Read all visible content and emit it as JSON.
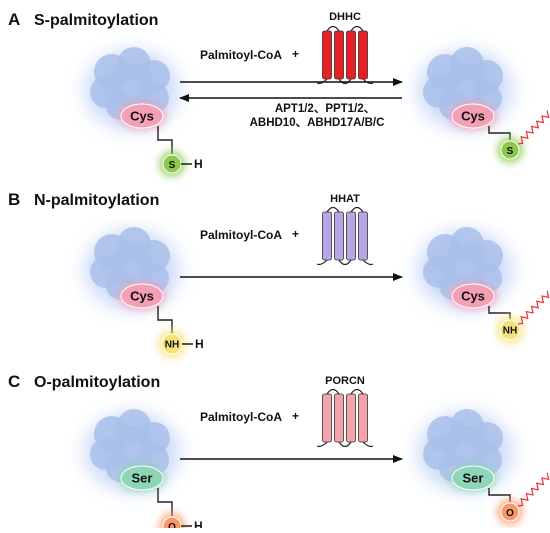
{
  "colors": {
    "protein_blob": "#a9c0ea",
    "protein_glow": "#c9d8f6",
    "cys_node": "#f4a0b4",
    "ser_node": "#8fd6b8",
    "s_atom": "#8cc84b",
    "n_atom": "#f6e27a",
    "o_atom": "#f79a67",
    "dhhc": "#e81f24",
    "hhat": "#b9a6e6",
    "porcn": "#f4a3ad",
    "lipid_tail": "#e8303c"
  },
  "panels": [
    {
      "letter": "A",
      "title": "S-palmitoylation",
      "enzyme": "DHHC",
      "substrate": "Palmitoyl-CoA",
      "plus": "+",
      "residue": "Cys",
      "atom": "S",
      "hydrogen": "H",
      "reverse_line1": "APT1/2、PPT1/2、",
      "reverse_line2": "ABHD10、ABHD17A/B/C",
      "enzyme_icon": "transmembrane-enzyme-icon",
      "reversible": true
    },
    {
      "letter": "B",
      "title": "N-palmitoylation",
      "enzyme": "HHAT",
      "substrate": "Palmitoyl-CoA",
      "plus": "+",
      "residue": "Cys",
      "atom": "NH",
      "hydrogen": "H",
      "enzyme_icon": "transmembrane-enzyme-icon",
      "reversible": false
    },
    {
      "letter": "C",
      "title": "O-palmitoylation",
      "enzyme": "PORCN",
      "substrate": "Palmitoyl-CoA",
      "plus": "+",
      "residue": "Ser",
      "atom": "O",
      "hydrogen": "H",
      "enzyme_icon": "transmembrane-enzyme-icon",
      "reversible": false
    }
  ]
}
